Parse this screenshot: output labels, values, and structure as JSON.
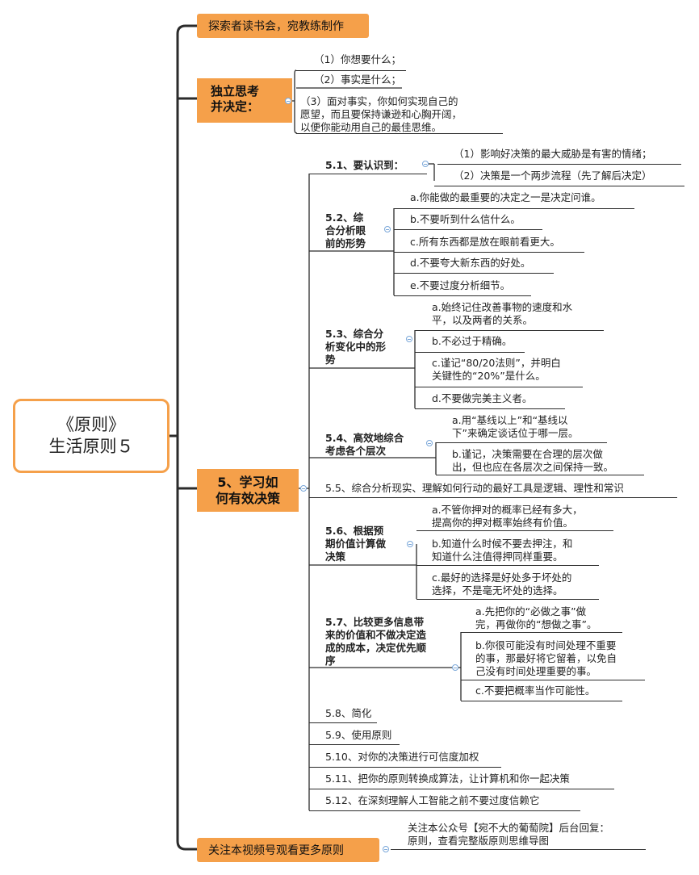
{
  "root": {
    "title": "《原则》",
    "subtitle": "生活原则５"
  },
  "top_banner": "探索者读书会，宛教练制作",
  "independent": {
    "title_line1": "独立思考",
    "title_line2": "并决定：",
    "items": [
      [
        "（1）你想要什么；"
      ],
      [
        "（2）事实是什么；"
      ],
      [
        "（3）面对事实，你如何实现自己的",
        "愿望，而且要保持谦逊和心胸开阔，",
        "以便你能动用自己的最佳思维。"
      ]
    ]
  },
  "section5": {
    "title_line1": "5、学习如",
    "title_line2": "何有效决策",
    "s51": {
      "label": "5.1、要认识到：",
      "items": [
        "（1）影响好决策的最大威胁是有害的情绪；",
        "（2）决策是一个两步流程（先了解后决定）"
      ]
    },
    "s52": {
      "label_lines": [
        "5.2、综",
        "合分析眼",
        "前的形势"
      ],
      "items": [
        "a.你能做的最重要的决定之一是决定问谁。",
        "b.不要听到什么信什么。",
        "c.所有东西都是放在眼前看更大。",
        "d.不要夸大新东西的好处。",
        "e.不要过度分析细节。"
      ]
    },
    "s53": {
      "label_lines": [
        "5.3、综合分",
        "析变化中的形",
        "势"
      ],
      "items": [
        [
          "a.始终记住改善事物的速度和水",
          "平，以及两者的关系。"
        ],
        [
          "b.不必过于精确。"
        ],
        [
          "c.谨记“80/20法则”，并明白",
          "关键性的“20%”是什么。"
        ],
        [
          "d.不要做完美主义者。"
        ]
      ]
    },
    "s54": {
      "label_lines": [
        "5.4、高效地综合",
        "考虑各个层次"
      ],
      "items": [
        [
          "a.用“基线以上”和“基线以",
          "下”来确定谈话位于哪一层。"
        ],
        [
          "b.谨记，决策需要在合理的层次做",
          "出，但也应在各层次之间保持一致。"
        ]
      ]
    },
    "s55": "5.5、综合分析现实、理解如何行动的最好工具是逻辑、理性和常识",
    "s56": {
      "label_lines": [
        "5.6、根据预",
        "期价值计算做",
        "决策"
      ],
      "items": [
        [
          "a.不管你押对的概率已经有多大，",
          "提高你的押对概率始终有价值。"
        ],
        [
          "b.知道什么时候不要去押注，和",
          "知道什么注值得押同样重要。"
        ],
        [
          "c.最好的选择是好处多于坏处的",
          "选择，不是毫无坏处的选择。"
        ]
      ]
    },
    "s57": {
      "label_lines": [
        "5.7、比较更多信息带",
        "来的价值和不做决定造",
        "成的成本，决定优先顺",
        "序"
      ],
      "items": [
        [
          "a.先把你的“必做之事”做",
          "完，再做你的“想做之事”。"
        ],
        [
          "b.你很可能没有时间处理不重要",
          "的事，那最好将它留着，以免自",
          "己没有时间处理重要的事。"
        ],
        [
          "c.不要把概率当作可能性。"
        ]
      ]
    },
    "s58": "5.8、简化",
    "s59": "5.9、使用原则",
    "s510": "5.10、对你的决策进行可信度加权",
    "s511": "5.11、把你的原则转换成算法，让计算机和你一起决策",
    "s512": "5.12、在深刻理解人工智能之前不要过度信赖它"
  },
  "bottom": {
    "banner": "关注本视频号观看更多原则",
    "note_lines": [
      "关注本公众号【宛不大的葡萄院】后台回复：",
      "原则，查看完整版原则思维导图"
    ]
  },
  "colors": {
    "orange": "#f5a04a",
    "line": "#2b2b2b",
    "collapse": "#7aa7d9"
  }
}
